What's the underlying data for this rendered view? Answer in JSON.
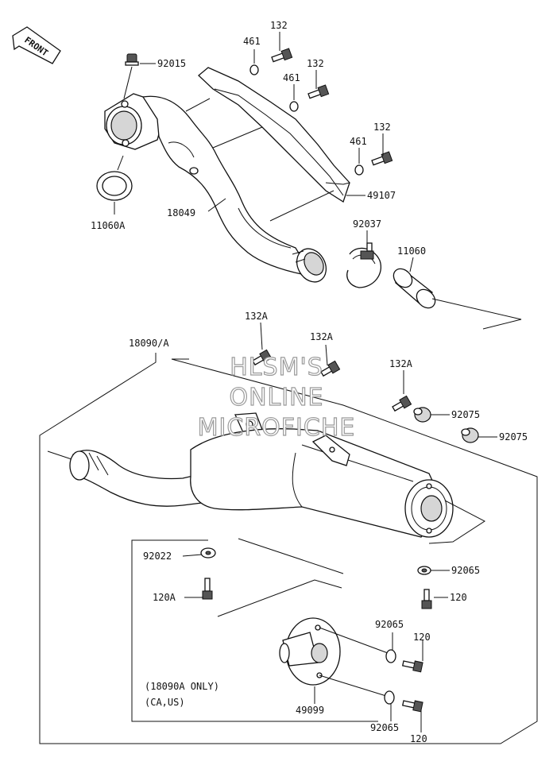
{
  "front_label": "FRONT",
  "watermark": [
    "HLSM'S",
    "ONLINE",
    "MICROFICHE"
  ],
  "callouts": {
    "c92015": "92015",
    "c461a": "461",
    "c132a": "132",
    "c461b": "461",
    "c132b": "132",
    "c461c": "461",
    "c132c": "132",
    "c11060A": "11060A",
    "c18049": "18049",
    "c49107": "49107",
    "c92037": "92037",
    "c11060": "11060",
    "c132A_1": "132A",
    "c132A_2": "132A",
    "c132A_3": "132A",
    "c18090A": "18090/A",
    "c92075a": "92075",
    "c92075b": "92075",
    "c92022": "92022",
    "c92065a": "92065",
    "c120A": "120A",
    "c120a": "120",
    "c92065b": "92065",
    "c120b": "120",
    "c49099": "49099",
    "c92065c": "92065",
    "c120c": "120"
  },
  "note": {
    "line1": "(18090A ONLY)",
    "line2": "(CA,US)"
  }
}
